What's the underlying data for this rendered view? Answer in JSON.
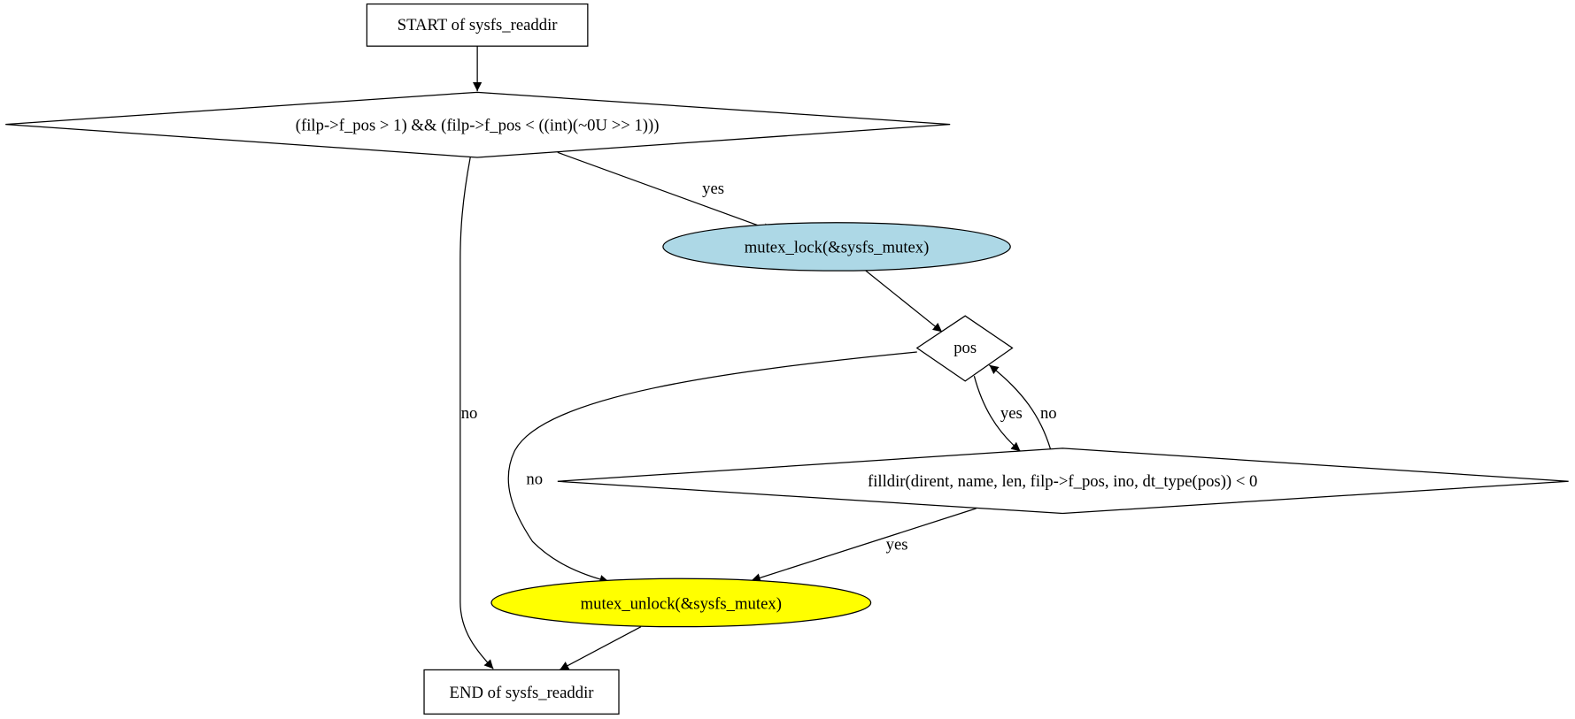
{
  "nodes": {
    "start": {
      "label": "START of sysfs_readdir",
      "shape": "box"
    },
    "cond1": {
      "label": "(filp->f_pos > 1) && (filp->f_pos < ((int)(~0U >> 1)))",
      "shape": "diamond"
    },
    "lock": {
      "label": "mutex_lock(&sysfs_mutex)",
      "shape": "ellipse",
      "fill": "#add8e6"
    },
    "pos": {
      "label": "pos",
      "shape": "diamond"
    },
    "filldir": {
      "label": "filldir(dirent, name, len, filp->f_pos, ino, dt_type(pos)) < 0",
      "shape": "diamond"
    },
    "unlock": {
      "label": "mutex_unlock(&sysfs_mutex)",
      "shape": "ellipse",
      "fill": "#ffff00"
    },
    "end": {
      "label": "END of sysfs_readdir",
      "shape": "box"
    }
  },
  "edges": [
    {
      "from": "start",
      "to": "cond1",
      "label": ""
    },
    {
      "from": "cond1",
      "to": "lock",
      "label": "yes"
    },
    {
      "from": "cond1",
      "to": "end",
      "label": "no"
    },
    {
      "from": "lock",
      "to": "pos",
      "label": ""
    },
    {
      "from": "pos",
      "to": "filldir",
      "label": "yes"
    },
    {
      "from": "filldir",
      "to": "pos",
      "label": "no"
    },
    {
      "from": "pos",
      "to": "unlock",
      "label": "no"
    },
    {
      "from": "filldir",
      "to": "unlock",
      "label": "yes"
    },
    {
      "from": "unlock",
      "to": "end",
      "label": ""
    }
  ]
}
